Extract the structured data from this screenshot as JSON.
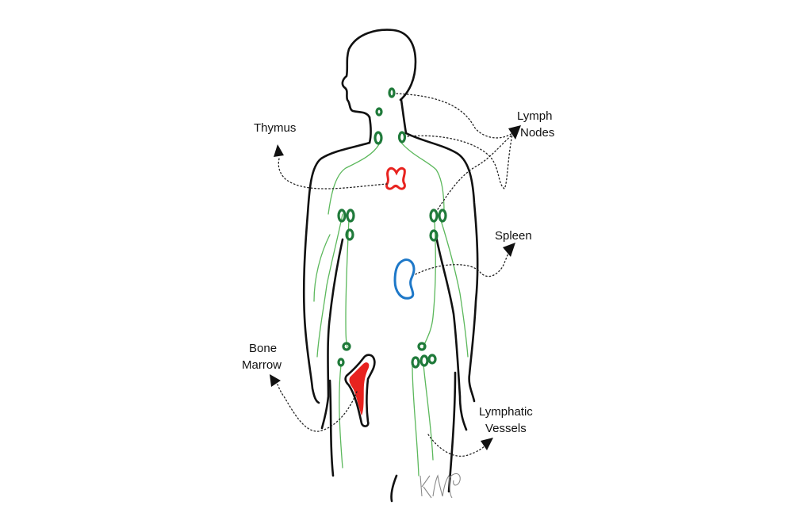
{
  "labels": {
    "thymus": "Thymus",
    "lymph_nodes_line1": "Lymph",
    "lymph_nodes_line2": "Nodes",
    "spleen": "Spleen",
    "bone_marrow_line1": "Bone",
    "bone_marrow_line2": "Marrow",
    "lymphatic_vessels_line1": "Lymphatic",
    "lymphatic_vessels_line2": "Vessels"
  },
  "signature": "KM",
  "colors": {
    "outline": "#111111",
    "lymph_nodes": "#1f7a3a",
    "lymphatic_vessels": "#5cb85c",
    "thymus": "#e8231f",
    "spleen": "#1e78c8",
    "bone_marrow": "#e8231f",
    "background": "#ffffff"
  },
  "icons": {
    "arrow": "triangle-arrowhead"
  }
}
